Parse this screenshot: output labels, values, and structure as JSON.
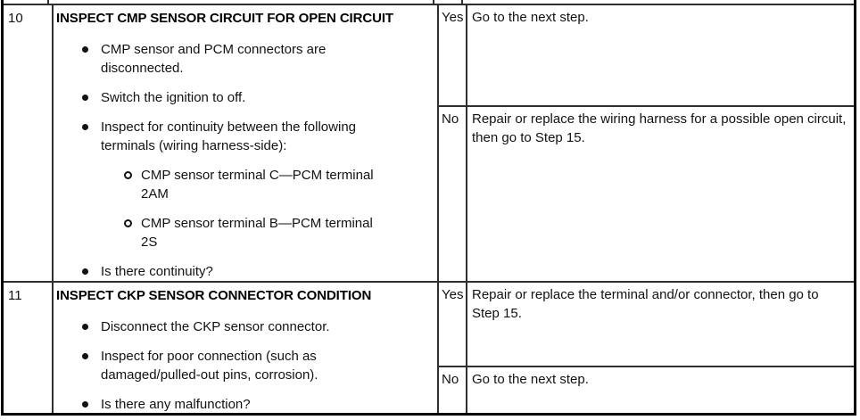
{
  "table": {
    "steps": [
      {
        "step": "10",
        "title": "INSPECT CMP SENSOR CIRCUIT FOR OPEN CIRCUIT",
        "bullets": {
          "b1": "CMP sensor and PCM connectors are disconnected.",
          "b2": "Switch the ignition to off.",
          "b3": "Inspect for continuity between the following terminals (wiring harness-side):",
          "b4": "Is there continuity?"
        },
        "sub_bullets": {
          "s1": "CMP sensor terminal C—PCM terminal 2AM",
          "s2": "CMP sensor terminal B—PCM terminal 2S"
        },
        "yes_label": "Yes",
        "yes_action": "Go to the next step.",
        "no_label": "No",
        "no_action": "Repair or replace the wiring harness for a possible open circuit, then go to Step 15."
      },
      {
        "step": "11",
        "title": "INSPECT CKP SENSOR CONNECTOR CONDITION",
        "bullets": {
          "b1": "Disconnect the CKP sensor connector.",
          "b2": "Inspect for poor connection (such as damaged/pulled-out pins, corrosion).",
          "b3": "Is there any malfunction?"
        },
        "yes_label": "Yes",
        "yes_action": "Repair or replace the terminal and/or connector, then go to Step 15.",
        "no_label": "No",
        "no_action": "Go to the next step."
      }
    ]
  },
  "colors": {
    "grid_line": "#2f2f2f",
    "outer_border": "#000000",
    "text": "#121212",
    "background": "#ffffff"
  }
}
